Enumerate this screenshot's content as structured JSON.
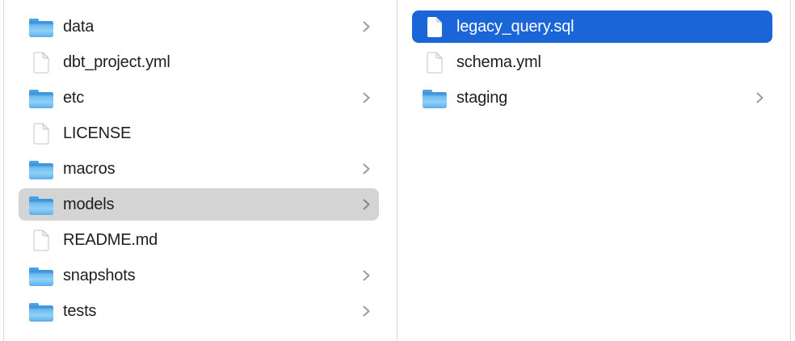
{
  "view": "finder-column-browser",
  "colors": {
    "background": "#ffffff",
    "divider": "#d8d8d8",
    "selection_active": "#1a66d8",
    "selection_inactive": "#d4d4d4",
    "text": "#1e1e1e",
    "text_selected": "#ffffff",
    "chevron": "#9b9b9b",
    "folder_tab": "#4da2e2",
    "folder_dark": "#3f97dd",
    "folder_mid": "#6db9ef",
    "folder_light": "#8ed2f8",
    "folder_deep": "#5da9e4"
  },
  "columns": [
    {
      "name": "parent-directory",
      "items": [
        {
          "label": "data",
          "type": "folder",
          "icon": "folder-icon",
          "chevron": true,
          "selected": false
        },
        {
          "label": "dbt_project.yml",
          "type": "file",
          "icon": "document-icon",
          "chevron": false,
          "selected": false
        },
        {
          "label": "etc",
          "type": "folder",
          "icon": "folder-icon",
          "chevron": true,
          "selected": false
        },
        {
          "label": "LICENSE",
          "type": "file",
          "icon": "document-icon",
          "chevron": false,
          "selected": false
        },
        {
          "label": "macros",
          "type": "folder",
          "icon": "folder-icon",
          "chevron": true,
          "selected": false
        },
        {
          "label": "models",
          "type": "folder",
          "icon": "folder-icon",
          "chevron": true,
          "selected": true,
          "selection_style": "inactive"
        },
        {
          "label": "README.md",
          "type": "file",
          "icon": "document-icon",
          "chevron": false,
          "selected": false
        },
        {
          "label": "snapshots",
          "type": "folder",
          "icon": "folder-icon",
          "chevron": true,
          "selected": false
        },
        {
          "label": "tests",
          "type": "folder",
          "icon": "folder-icon",
          "chevron": true,
          "selected": false
        }
      ]
    },
    {
      "name": "models-directory",
      "items": [
        {
          "label": "legacy_query.sql",
          "type": "file",
          "icon": "document-icon",
          "chevron": false,
          "selected": true,
          "selection_style": "active"
        },
        {
          "label": "schema.yml",
          "type": "file",
          "icon": "document-icon",
          "chevron": false,
          "selected": false
        },
        {
          "label": "staging",
          "type": "folder",
          "icon": "folder-icon",
          "chevron": true,
          "selected": false
        }
      ]
    }
  ]
}
